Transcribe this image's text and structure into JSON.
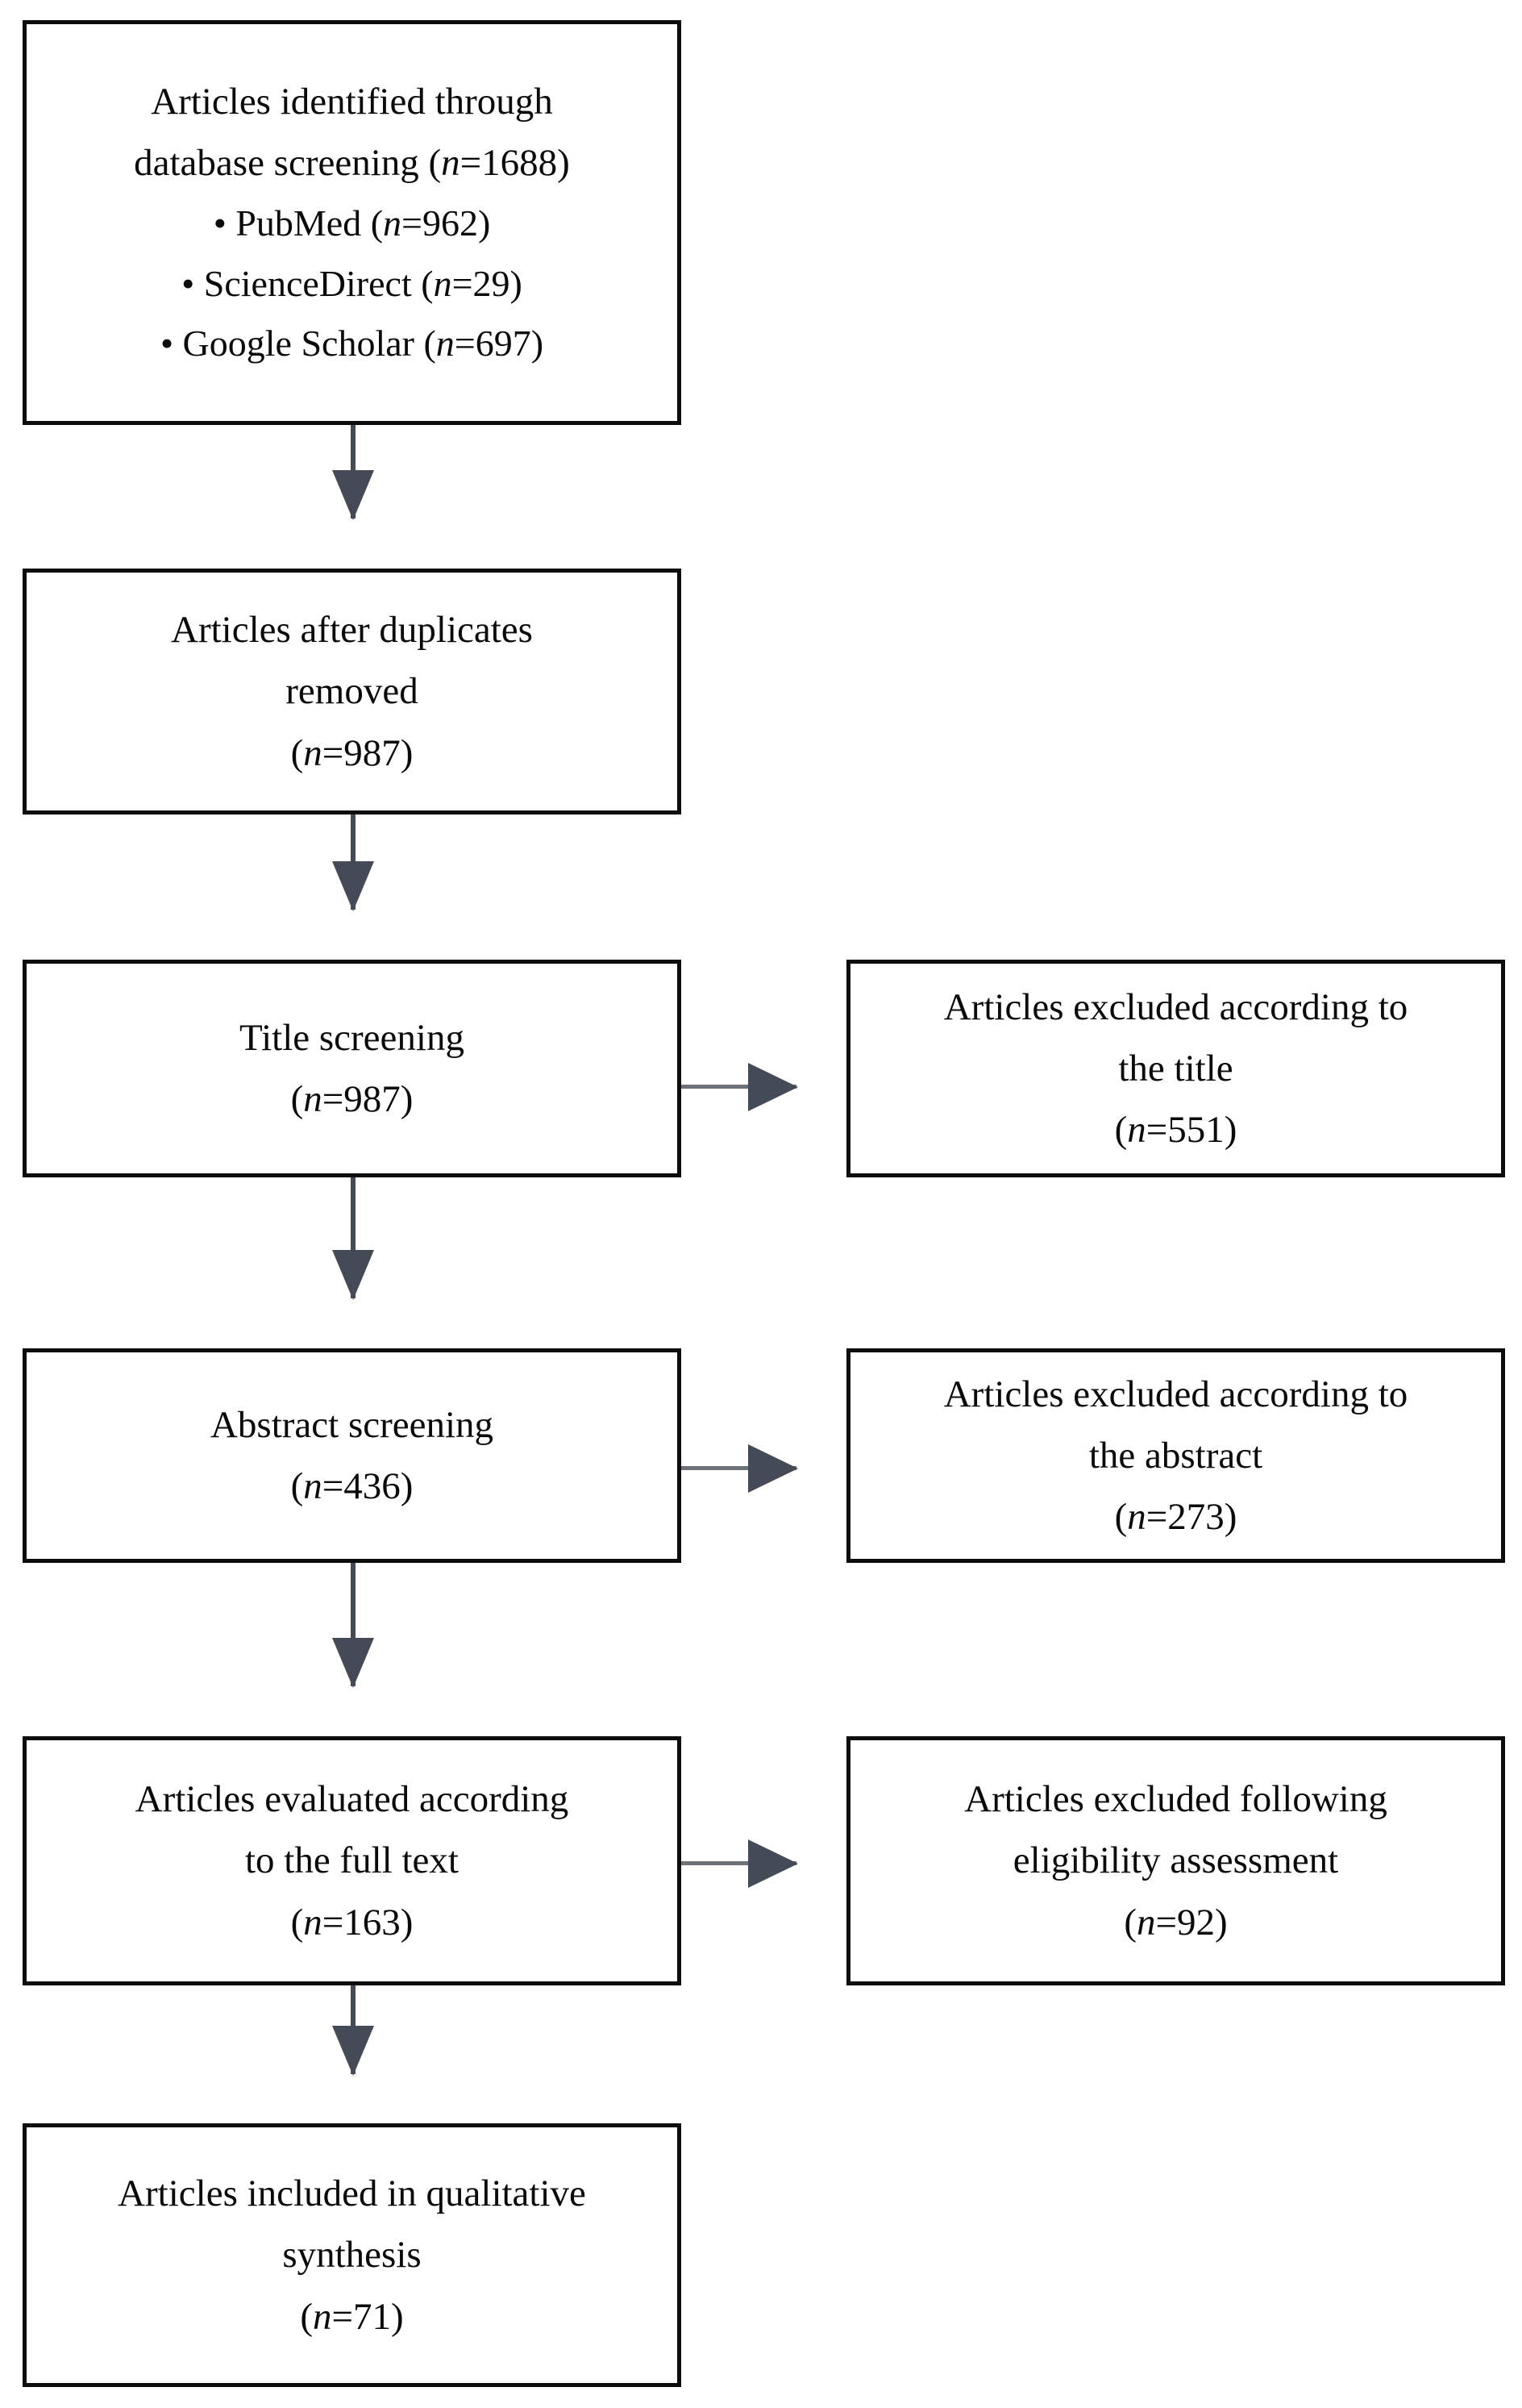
{
  "diagram": {
    "type": "prisma-flow-diagram",
    "colors": {
      "box_border": "#0d0d0d",
      "box_fill": "#ffffff",
      "arrow": "#454b56",
      "arrow_line_horizontal": "#6d727b",
      "text": "#0a0a0a"
    },
    "nodes": [
      {
        "id": "identification",
        "column": "left",
        "lines": [
          "Articles identified through",
          "database screening (n=1688)"
        ],
        "bullets": [
          "• PubMed (n=962)",
          "• ScienceDirect (n=29)",
          "• Google Scholar (n=697)"
        ],
        "counts": {
          "total": 1688,
          "PubMed": 962,
          "ScienceDirect": 29,
          "Google Scholar": 697
        }
      },
      {
        "id": "duplicates-removed",
        "column": "left",
        "lines": [
          "Articles after duplicates",
          "removed",
          "(n=987)"
        ],
        "counts": {
          "n": 987
        }
      },
      {
        "id": "title-screening",
        "column": "left",
        "lines": [
          "Title screening",
          "(n=987)"
        ],
        "counts": {
          "n": 987
        }
      },
      {
        "id": "excluded-title",
        "column": "right",
        "lines": [
          "Articles excluded according to",
          "the title",
          "(n=551)"
        ],
        "counts": {
          "n": 551
        }
      },
      {
        "id": "abstract-screening",
        "column": "left",
        "lines": [
          "Abstract screening",
          "(n=436)"
        ],
        "counts": {
          "n": 436
        }
      },
      {
        "id": "excluded-abstract",
        "column": "right",
        "lines": [
          "Articles excluded according to",
          "the abstract",
          "(n=273)"
        ],
        "counts": {
          "n": 273
        }
      },
      {
        "id": "full-text-evaluated",
        "column": "left",
        "lines": [
          "Articles evaluated according",
          "to the full text",
          "(n=163)"
        ],
        "counts": {
          "n": 163
        }
      },
      {
        "id": "excluded-eligibility",
        "column": "right",
        "lines": [
          "Articles excluded following",
          "eligibility assessment",
          "(n=92)"
        ],
        "counts": {
          "n": 92
        }
      },
      {
        "id": "included-qualitative",
        "column": "left",
        "lines": [
          "Articles included in qualitative",
          "synthesis",
          "(n=71)"
        ],
        "counts": {
          "n": 71
        }
      }
    ],
    "text": {
      "identification": {
        "line1": "Articles identified through",
        "line2_pre": "database screening (",
        "line2_n": "n",
        "line2_post": "=1688)",
        "bullet1_pre": "• PubMed (",
        "bullet1_n": "n",
        "bullet1_post": "=962)",
        "bullet2_pre": "• ScienceDirect (",
        "bullet2_n": "n",
        "bullet2_post": "=29)",
        "bullet3_pre": "• Google Scholar (",
        "bullet3_n": "n",
        "bullet3_post": "=697)"
      },
      "duplicates": {
        "line1": "Articles after duplicates",
        "line2": "removed",
        "line3_pre": "(",
        "line3_n": "n",
        "line3_post": "=987)"
      },
      "title_screening": {
        "line1": "Title screening",
        "line2_pre": "(",
        "line2_n": "n",
        "line2_post": "=987)"
      },
      "excluded_title": {
        "line1": "Articles excluded according to",
        "line2": "the title",
        "line3_pre": "(",
        "line3_n": "n",
        "line3_post": "=551)"
      },
      "abstract_screening": {
        "line1": "Abstract screening",
        "line2_pre": "(",
        "line2_n": "n",
        "line2_post": "=436)"
      },
      "excluded_abstract": {
        "line1": "Articles excluded according to",
        "line2": "the abstract",
        "line3_pre": "(",
        "line3_n": "n",
        "line3_post": "=273)"
      },
      "full_text": {
        "line1": "Articles evaluated according",
        "line2": "to the full text",
        "line3_pre": "(",
        "line3_n": "n",
        "line3_post": "=163)"
      },
      "excluded_eligibility": {
        "line1": "Articles excluded following",
        "line2": "eligibility assessment",
        "line3_pre": "(",
        "line3_n": "n",
        "line3_post": "=92)"
      },
      "included": {
        "line1": "Articles included in qualitative",
        "line2": "synthesis",
        "line3_pre": "(",
        "line3_n": "n",
        "line3_post": "=71)"
      }
    }
  }
}
